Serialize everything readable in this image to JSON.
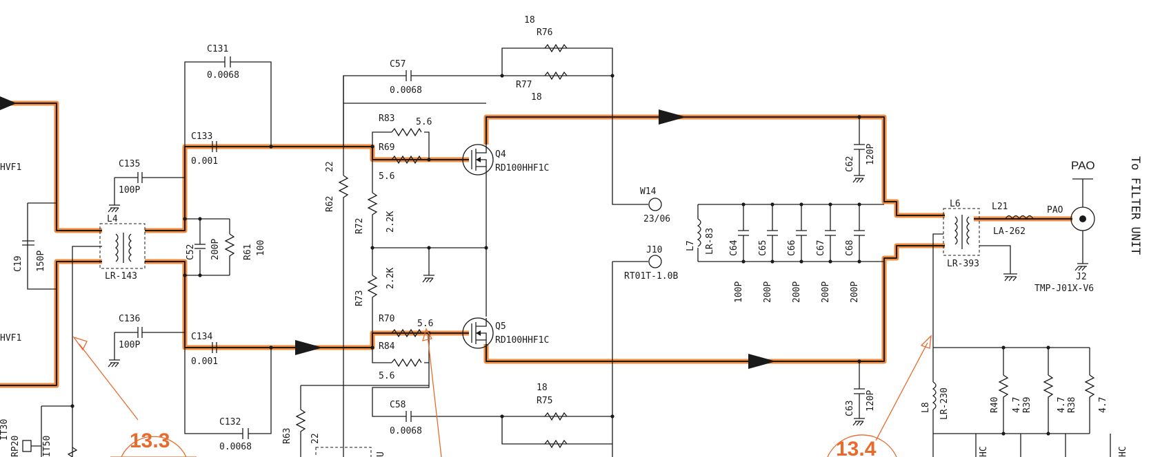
{
  "labels": {
    "c131": "C131",
    "c131v": "0.0068",
    "c133": "C133",
    "c133v": "0.001",
    "c135": "C135",
    "c135v": "100P",
    "c136": "C136",
    "c136v": "100P",
    "c134": "C134",
    "c134v": "0.001",
    "c132": "C132",
    "c132v": "0.0068",
    "c19": "C19",
    "c19v": "150P",
    "l4": "L4",
    "lr143": "LR-143",
    "c52": "C52",
    "c52v": "200P",
    "r61": "R61",
    "r61v": "100",
    "r62": "R62",
    "r62v": "22",
    "r72": "R72",
    "r72v": "2.2K",
    "r73": "R73",
    "r73v": "2.2K",
    "r63": "R63",
    "r63v": "22",
    "c57": "C57",
    "c57v": "0.0068",
    "c58": "C58",
    "c58v": "0.0068",
    "r76": "R76",
    "r76v": "18",
    "r77": "R77",
    "r77v": "18",
    "r75": "R75",
    "r75v": "18",
    "r83": "R83",
    "r83v": "5.6",
    "r69": "R69",
    "r69v": "5.6",
    "r70": "R70",
    "r70v": "5.6",
    "r84": "R84",
    "r84v": "5.6",
    "q4": "Q4",
    "q4p": "RD100HHF1C",
    "q5": "Q5",
    "q5p": "RD100HHF1C",
    "w14": "W14",
    "w14v": "23/06",
    "j10": "J10",
    "j10v": "RT01T-1.0B",
    "l7": "L7",
    "lr83": "LR-83",
    "c64": "C64",
    "c65": "C65",
    "c66": "C66",
    "c67": "C67",
    "c68": "C68",
    "c64v": "100P",
    "c65v": "200P",
    "c66v": "200P",
    "c67v": "200P",
    "c68v": "200P",
    "c62": "C62",
    "c62v": "120P",
    "c63": "C63",
    "c63v": "120P",
    "l6": "L6",
    "lr393": "LR-393",
    "l21": "L21",
    "la262": "LA-262",
    "pao": "PAO",
    "pao2": "PAO",
    "j2": "J2",
    "j2p": "TMP-J01X-V6",
    "l8": "L8",
    "lr230": "LR-230",
    "r40": "R40",
    "r40v": "4.7",
    "r39": "R39",
    "r39v": "4.7",
    "r38": "R38",
    "r38v": "4.7",
    "hvf1a": "HVF1",
    "hvf1b": "HVF1",
    "rp20": "RP20",
    "t50": "IT50",
    "tfrag": "IT30",
    "hc1": "HC",
    "hc2": "HC",
    "ufrag": "U",
    "to_filter": "To FILTER UNIT"
  },
  "callouts": {
    "a": "13.3",
    "b": "13.4"
  },
  "colors": {
    "signal_highlight": "#f08a3c",
    "callout": "#e86a2c",
    "ink": "#1a1a1a"
  }
}
